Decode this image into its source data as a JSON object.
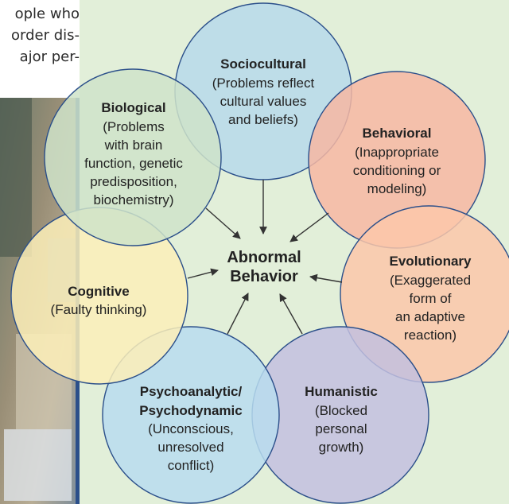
{
  "intro_text": {
    "line1": "ople who",
    "line2": "order dis-",
    "line3": "ajor per-"
  },
  "center": {
    "line1": "Abnormal",
    "line2": "Behavior"
  },
  "perspectives": {
    "sociocultural": {
      "title": "Sociocultural",
      "lines": [
        "(Problems reflect",
        "cultural values",
        "and beliefs)"
      ]
    },
    "behavioral": {
      "title": "Behavioral",
      "lines": [
        "(Inappropriate",
        "conditioning or",
        "modeling)"
      ]
    },
    "evolutionary": {
      "title": "Evolutionary",
      "lines": [
        "(Exaggerated",
        "form of",
        "an adaptive",
        "reaction)"
      ]
    },
    "humanistic": {
      "title": "Humanistic",
      "lines": [
        "(Blocked",
        "personal",
        "growth)"
      ]
    },
    "psychoanalytic": {
      "title_lines": [
        "Psychoanalytic/",
        "Psychodynamic"
      ],
      "lines": [
        "(Unconscious,",
        "unresolved",
        "conflict)"
      ]
    },
    "cognitive": {
      "title": "Cognitive",
      "lines": [
        "(Faulty thinking)"
      ]
    },
    "biological": {
      "title": "Biological",
      "lines": [
        "(Problems",
        "with brain",
        "function, genetic",
        "predisposition,",
        "biochemistry)"
      ]
    }
  },
  "colors": {
    "panel_bg": "#e2efd9",
    "sociocultural": "#b7d9ea",
    "behavioral": "#f7b7a2",
    "evolutionary": "#fbc7a9",
    "humanistic": "#c3bfdf",
    "psychoanalytic": "#b9dcee",
    "cognitive": "#fcefb9",
    "biological": "#cfe3c9",
    "outline": "#2b4f8a",
    "text": "#222222"
  }
}
